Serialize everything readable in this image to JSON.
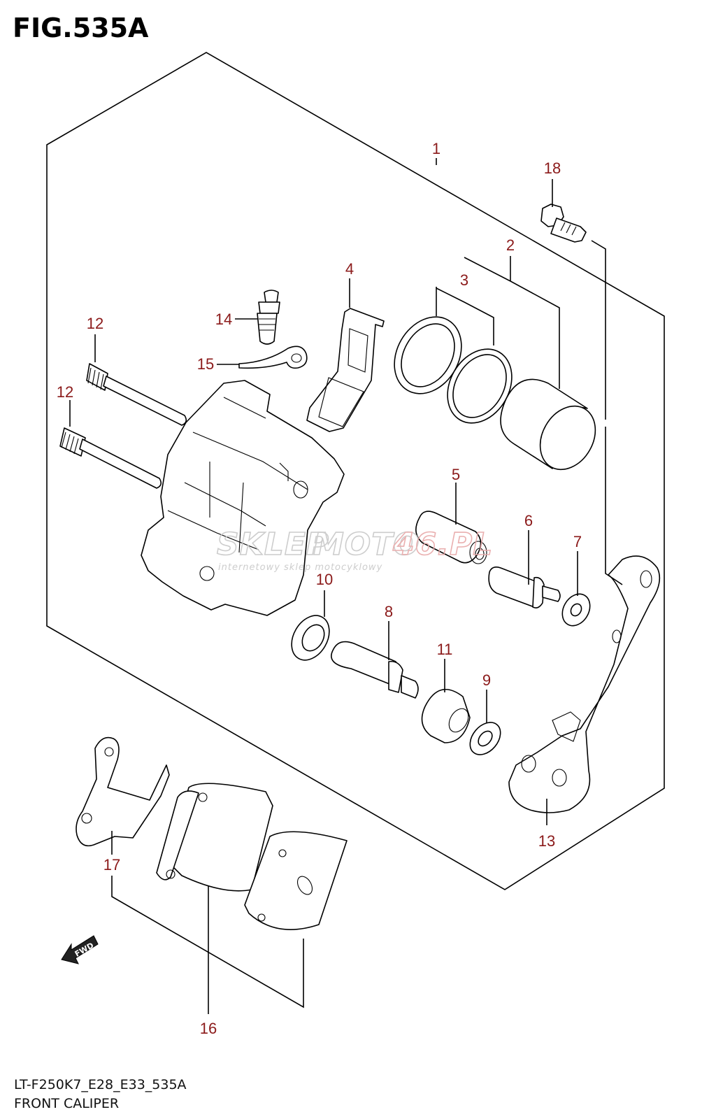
{
  "figure": {
    "title": "FIG.535A",
    "model_code": "LT-F250K7_E28_E33_535A",
    "name": "FRONT CALIPER"
  },
  "callouts": [
    "1",
    "2",
    "3",
    "4",
    "5",
    "6",
    "7",
    "8",
    "9",
    "10",
    "11",
    "12",
    "12",
    "13",
    "14",
    "15",
    "16",
    "17",
    "18"
  ],
  "watermark": {
    "text_a": "SKLEP",
    "text_b": "MOTO",
    "text_c": "46.PL",
    "subtitle": "internetowy sklep motocyklowy"
  },
  "fwd_label": "FWD",
  "colors": {
    "callout": "#8b1a1a",
    "lines": "#000000",
    "watermark": "#c8c8c8",
    "watermark_accent": "#e8a8a8"
  }
}
